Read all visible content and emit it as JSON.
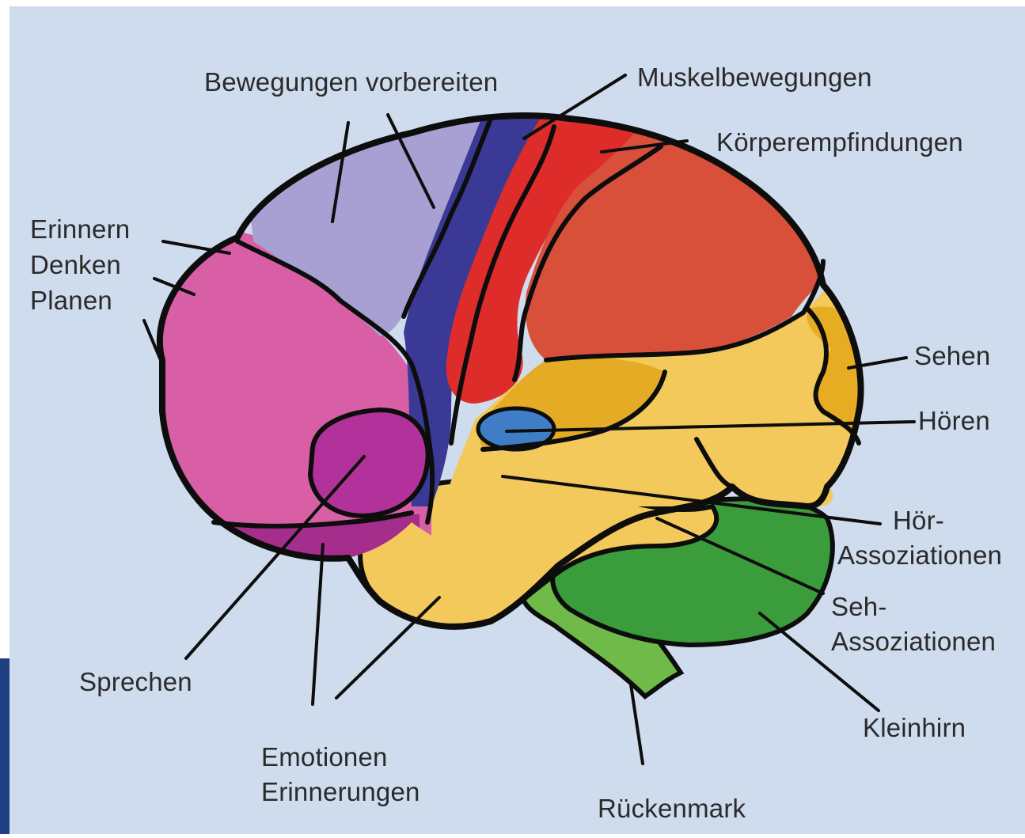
{
  "colors": {
    "background": "#cfdcee",
    "outline": "#0d0d0d",
    "prefrontal": "#d85fa6",
    "broca": "#b2319a",
    "limbic": "#a52d8c",
    "premotor": "#a8a0d2",
    "motor": "#3a3a96",
    "sensory_strip": "#dd2c2a",
    "parietal": "#d8503a",
    "temporal": "#f2c95a",
    "auditory": "#e4ab24",
    "auditory_core": "#3f7ec6",
    "visual": "#e6ac22",
    "cerebellum": "#3b9c3c",
    "brainstem": "#6fba48",
    "frame_accent": "#1f3f83"
  },
  "labels": {
    "bewegungen": "Bewegungen vorbereiten",
    "muskel": "Muskelbewegungen",
    "koerper": "Körperempfindungen",
    "erinnern": "Erinnern",
    "denken": "Denken",
    "planen": "Planen",
    "sehen": "Sehen",
    "hoeren": "Hören",
    "hoer_1": "Hör-",
    "hoer_2": "Assoziationen",
    "seh_1": "Seh-",
    "seh_2": "Assoziationen",
    "sprechen": "Sprechen",
    "emotionen_1": "Emotionen",
    "emotionen_2": "Erinnerungen",
    "kleinhirn": "Kleinhirn",
    "rueckenmark": "Rückenmark"
  }
}
